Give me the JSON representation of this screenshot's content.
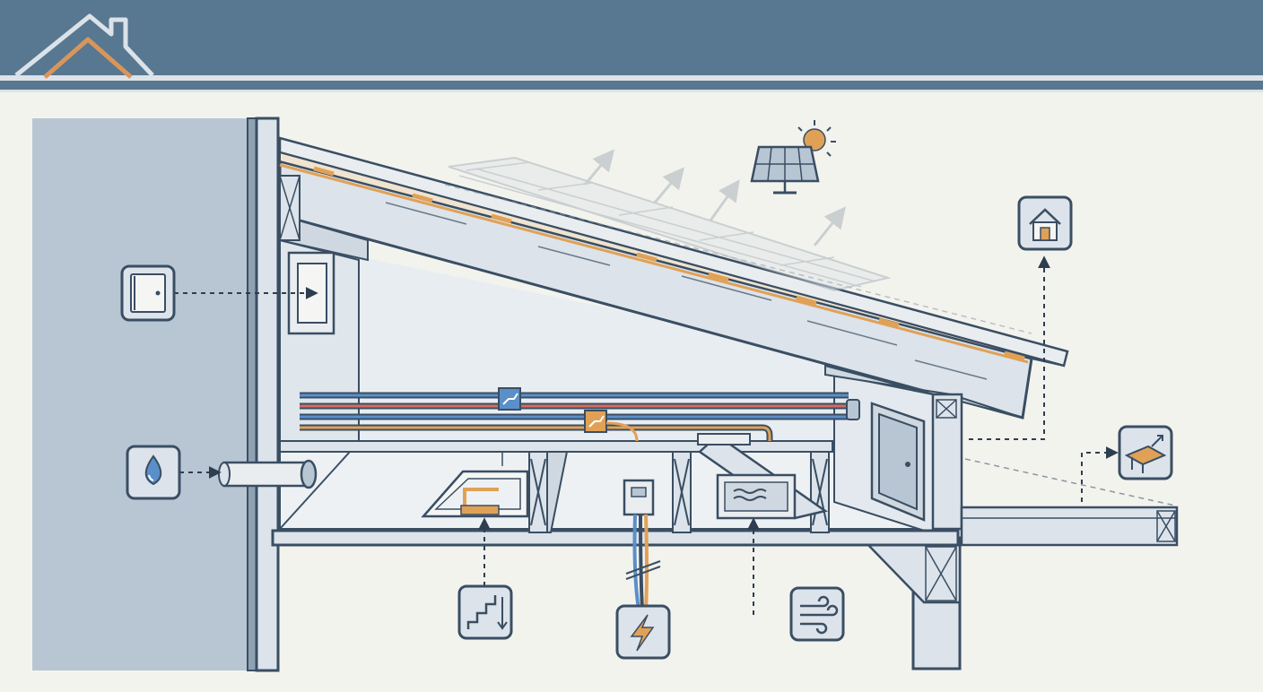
{
  "header": {
    "background": "#587791",
    "logo_icon": "house-outline-icon",
    "logo_color": "#d9965a"
  },
  "palette": {
    "line": "#3a4e63",
    "wall_fill": "#b8c6d4",
    "structure_fill": "#dce3ea",
    "interior_fill": "#eef1f3",
    "accent_orange": "#e0a157",
    "accent_blue": "#5a8fc9",
    "pipe_red": "#d76c5b",
    "panel_fill": "#e9edf0"
  },
  "diagram": {
    "subject": "attic-section",
    "callouts": [
      {
        "key": "access-hatch",
        "icon": "access-door-icon"
      },
      {
        "key": "plumbing-vent",
        "icon": "water-drop-icon"
      },
      {
        "key": "attic-stairs",
        "icon": "stairs-icon"
      },
      {
        "key": "electrical",
        "icon": "lightning-bolt-icon"
      },
      {
        "key": "ventilation-duct",
        "icon": "airflow-icon"
      },
      {
        "key": "living-space",
        "icon": "house-icon"
      },
      {
        "key": "eave-overhang",
        "icon": "eave-board-icon"
      },
      {
        "key": "solar-panels",
        "icon": "solar-panel-icon"
      }
    ]
  }
}
